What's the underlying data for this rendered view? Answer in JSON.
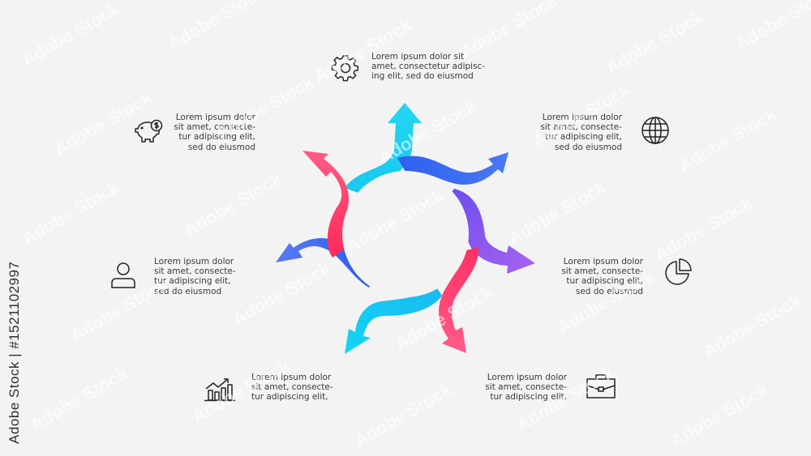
{
  "diagram": {
    "items": [
      {
        "id": "top",
        "icon": "gear-icon",
        "text": "Lorem ipsum dolor sit\namet, consectetur adipisc-\ning elit, sed do eiusmod"
      },
      {
        "id": "upper-left",
        "icon": "piggy-bank-dollar-icon",
        "text": "Lorem ipsum dolor\nsit amet, consecte-\ntur adipiscing elit,\nsed do eiusmod"
      },
      {
        "id": "upper-right",
        "icon": "globe-icon",
        "text": "Lorem ipsum dolor\nsit amet, consecte-\ntur adipiscing elit,\nsed do eiusmod"
      },
      {
        "id": "middle-left",
        "icon": "user-icon",
        "text": "Lorem ipsum dolor\nsit amet, consecte-\ntur adipiscing elit,\nsed do eiusmod"
      },
      {
        "id": "middle-right",
        "icon": "pie-chart-icon",
        "text": "Lorem ipsum dolor\nsit amet, consecte-\ntur adipiscing elit,\nsed do eiusmod"
      },
      {
        "id": "lower-left",
        "icon": "bar-chart-growth-icon",
        "text": "Lorem ipsum dolor\nsit amet, consecte-\ntur adipiscing elit,"
      },
      {
        "id": "lower-right",
        "icon": "briefcase-icon",
        "text": "Lorem ipsum dolor\nsit amet, consecte-\ntur adipiscing elit,"
      }
    ],
    "colors": {
      "background": "#f3f3f3",
      "cyan": "#19c8f0",
      "blue": "#3b6cf0",
      "purple": "#9b5cf0",
      "pink": "#f0306a",
      "text": "#3a3a3a",
      "icon_stroke": "#222222"
    }
  },
  "watermark": {
    "side_text": "Adobe Stock | #1521102997",
    "tile_text": "Adobe Stock"
  }
}
